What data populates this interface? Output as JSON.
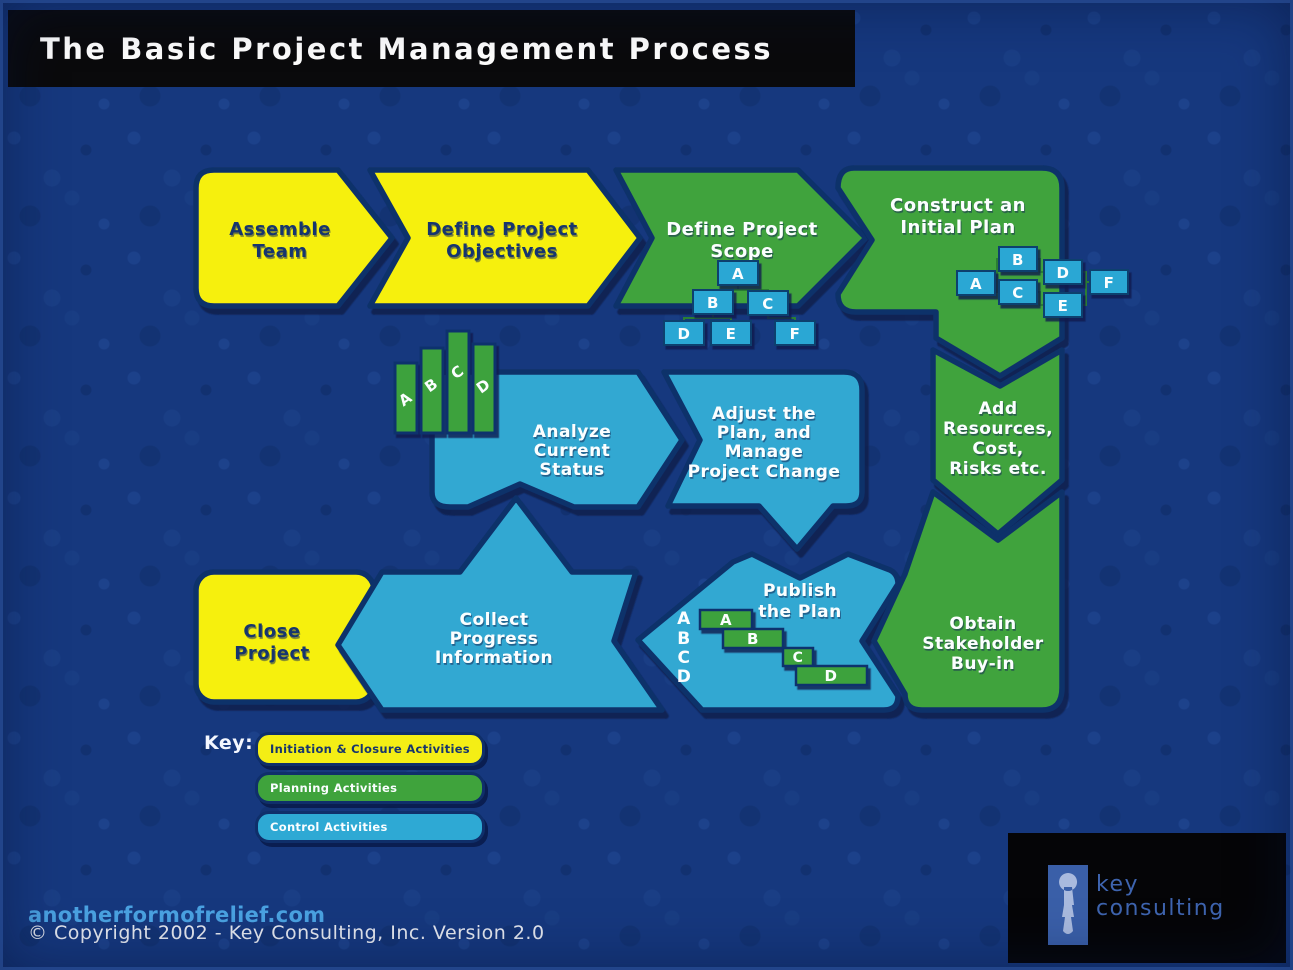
{
  "title": "The Basic Project Management Process",
  "shapes": {
    "assemble_team": {
      "lines": [
        "Assemble",
        "Team"
      ],
      "color": "#f6f011"
    },
    "define_objectives": {
      "lines": [
        "Define Project",
        "Objectives"
      ],
      "color": "#f6f011"
    },
    "define_scope": {
      "lines": [
        "Define Project",
        "Scope"
      ],
      "color": "#3fa33c"
    },
    "construct_plan": {
      "lines": [
        "Construct an",
        "Initial Plan"
      ],
      "color": "#3fa33c"
    },
    "add_resources": {
      "lines": [
        "Add",
        "Resources,",
        "Cost,",
        "Risks etc."
      ],
      "color": "#3fa33c"
    },
    "obtain_buyin": {
      "lines": [
        "Obtain",
        "Stakeholder",
        "Buy-in"
      ],
      "color": "#3fa33c"
    },
    "analyze_status": {
      "lines": [
        "Analyze",
        "Current",
        "Status"
      ],
      "color": "#31a8d2"
    },
    "adjust_plan": {
      "lines": [
        "Adjust the",
        "Plan, and",
        "Manage",
        "Project Change"
      ],
      "color": "#31a8d2"
    },
    "publish_plan": {
      "lines": [
        "Publish",
        "the Plan"
      ],
      "color": "#31a8d2"
    },
    "collect_info": {
      "lines": [
        "Collect",
        "Progress",
        "Information"
      ],
      "color": "#31a8d2"
    },
    "close_project": {
      "lines": [
        "Close",
        "Project"
      ],
      "color": "#f6f011"
    }
  },
  "wbs_tree": {
    "nodes": [
      "A",
      "B",
      "C",
      "D",
      "E",
      "F"
    ]
  },
  "network": {
    "nodes": [
      "A",
      "B",
      "C",
      "D",
      "E",
      "F"
    ]
  },
  "bar_chart": {
    "bars": [
      "A",
      "B",
      "C",
      "D"
    ]
  },
  "gantt": {
    "rows": [
      "A",
      "B",
      "C",
      "D"
    ],
    "bars": [
      "A",
      "B",
      "C",
      "D"
    ]
  },
  "legend": {
    "label": "Key:",
    "items": [
      {
        "label": "Initiation & Closure Activities",
        "color": "#f4ee15"
      },
      {
        "label": "Planning Activities",
        "color": "#3fa33c"
      },
      {
        "label": "Control Activities",
        "color": "#2ea9d4"
      }
    ]
  },
  "footer": {
    "link": "anotherformofrelief.com",
    "copyright": "© Copyright 2002 - Key Consulting, Inc.  Version 2.0"
  },
  "logo": {
    "line1": "key",
    "line2": "consulting"
  },
  "colors": {
    "background": "#16387e",
    "title_bar": "#0a0a0c",
    "yellow": "#f6f011",
    "green": "#3fa33c",
    "blue": "#31a8d2",
    "box_cyan": "#29a7d4",
    "outline": "#10306b",
    "text_navy": "#16366e",
    "text_white": "#fbfeff",
    "link_blue": "#4aa2e2",
    "logo_blue": "#3e64af"
  }
}
